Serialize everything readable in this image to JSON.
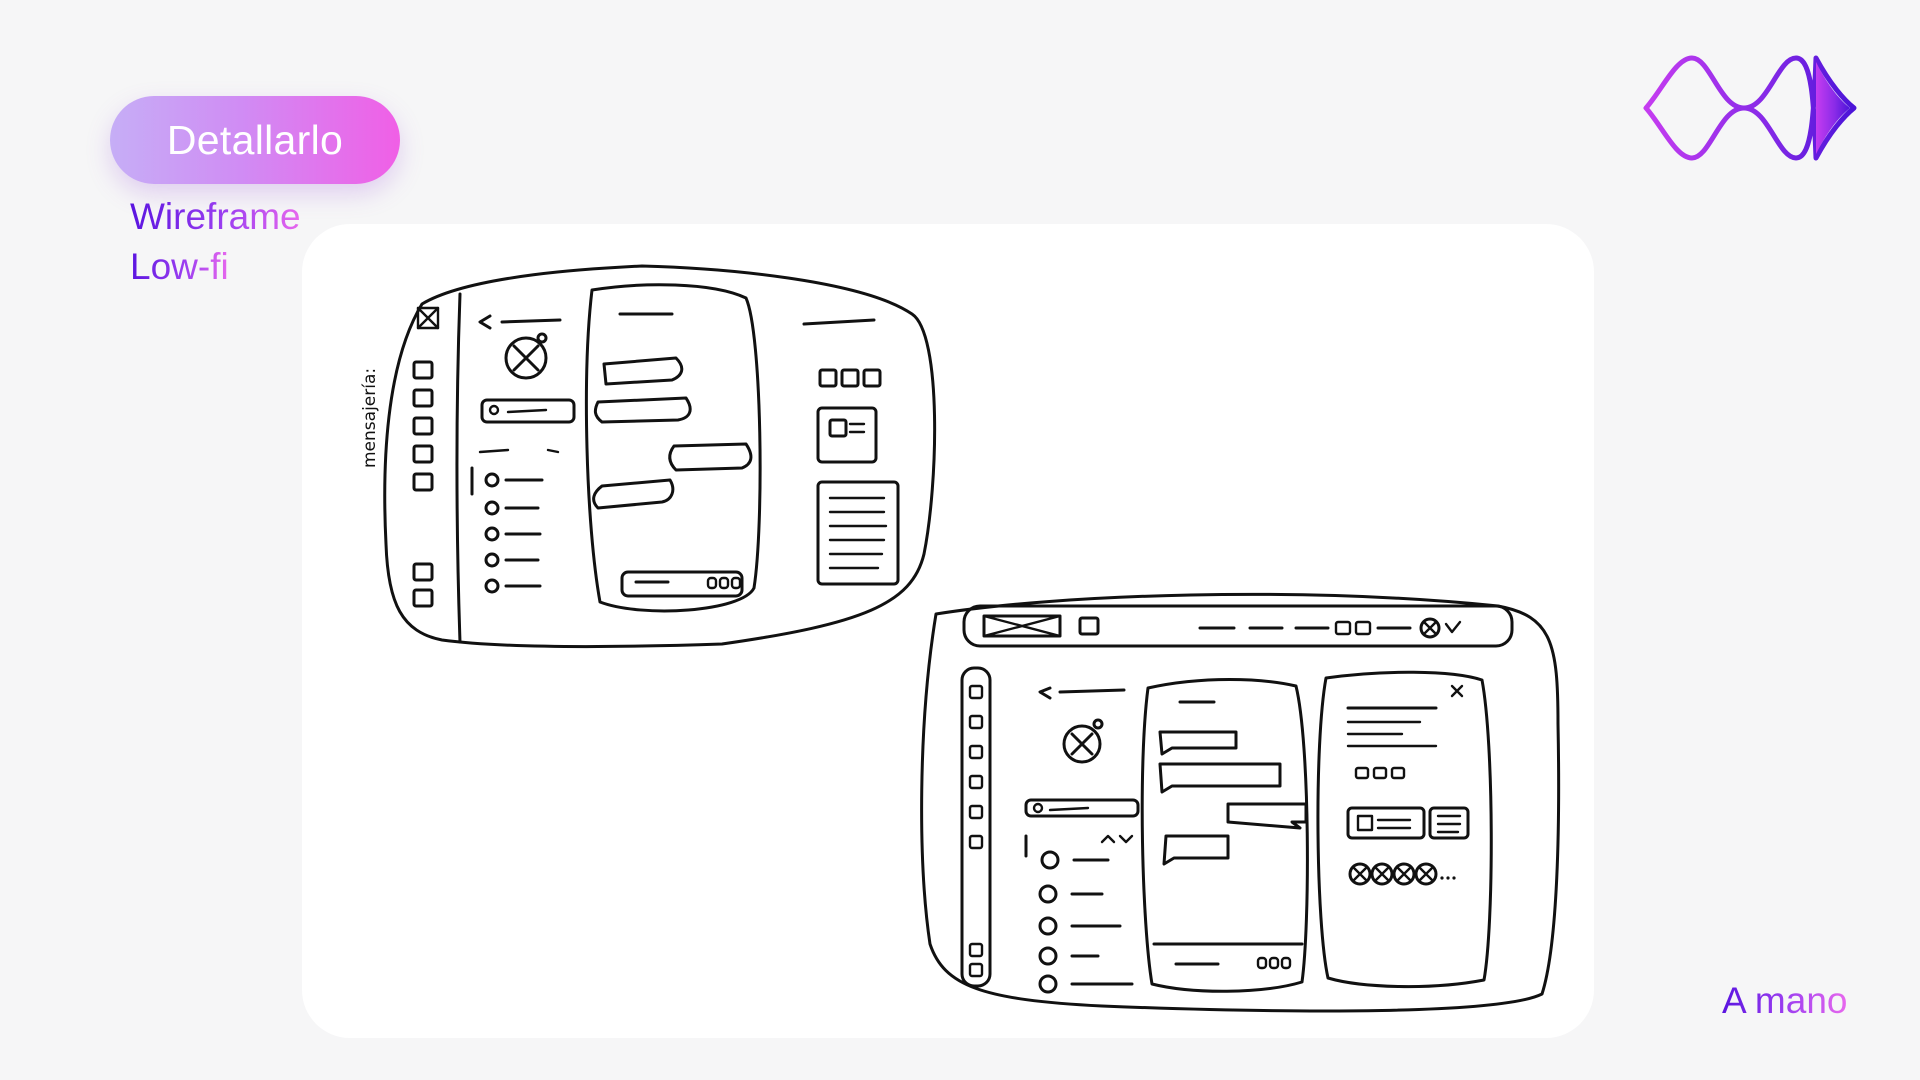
{
  "header": {
    "pill_label": "Detallarlo",
    "subtitle_line1": "Wireframe",
    "subtitle_line2": "Low-fi"
  },
  "sketch": {
    "side_note": "mensajería:"
  },
  "footer": {
    "corner_label": "A mano"
  },
  "colors": {
    "background": "#f6f6f7",
    "card": "#ffffff",
    "pill_gradient_start": "#c6aef6",
    "pill_gradient_end": "#f05fe6",
    "text_gradient_start": "#5a14e0",
    "text_gradient_end": "#e868ee",
    "ink": "#111111"
  },
  "icons": [
    "brand-wave-logo",
    "avatar-placeholder-icon",
    "search-icon",
    "close-icon"
  ]
}
